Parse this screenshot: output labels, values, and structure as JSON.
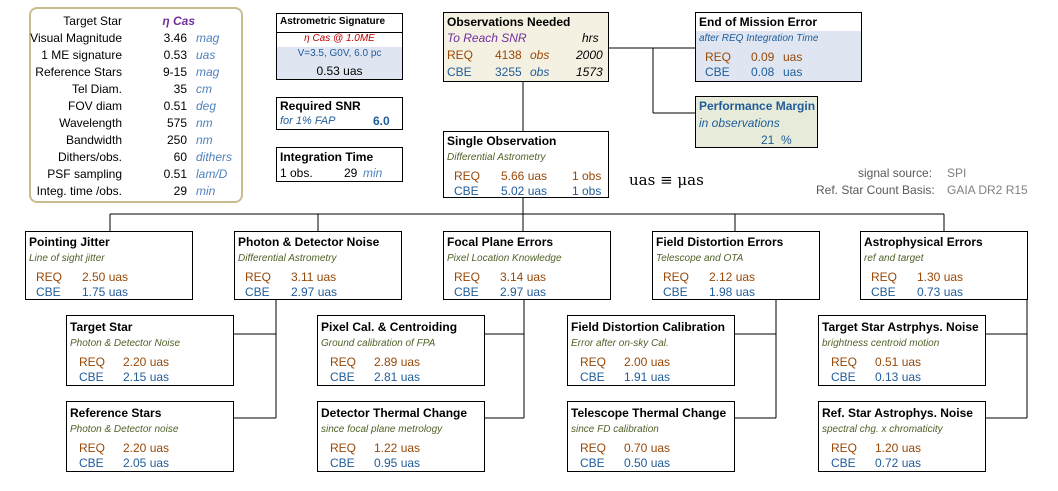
{
  "params": {
    "rows": [
      {
        "label": "Target Star",
        "value": "η Cas",
        "unit": ""
      },
      {
        "label": "Visual Magnitude",
        "value": "3.46",
        "unit": "mag"
      },
      {
        "label": "1 ME signature",
        "value": "0.53",
        "unit": "uas"
      },
      {
        "label": "Reference Stars",
        "value": "9-15",
        "unit": "mag"
      },
      {
        "label": "Tel Diam.",
        "value": "35",
        "unit": "cm"
      },
      {
        "label": "FOV diam",
        "value": "0.51",
        "unit": "deg"
      },
      {
        "label": "Wavelength",
        "value": "575",
        "unit": "nm"
      },
      {
        "label": "Bandwidth",
        "value": "250",
        "unit": "nm"
      },
      {
        "label": "Dithers/obs.",
        "value": "60",
        "unit": "dithers"
      },
      {
        "label": "PSF sampling",
        "value": "0.51",
        "unit": "lam/D"
      },
      {
        "label": "Integ. time /obs.",
        "value": "29",
        "unit": "min"
      }
    ]
  },
  "astrometric": {
    "title": "Astrometric Signature",
    "star": "η Cas @ 1.0ME",
    "spec": "V=3.5, G0V, 6.0 pc",
    "value": "0.53 uas"
  },
  "snr": {
    "title": "Required SNR",
    "sub": "for 1% FAP",
    "value": "6.0"
  },
  "integration": {
    "title": "Integration Time",
    "obs": "1 obs.",
    "value": "29",
    "unit": "min"
  },
  "observations": {
    "title": "Observations Needed",
    "sub": "To Reach SNR",
    "hrs": "hrs",
    "req": {
      "label": "REQ",
      "value": "4138",
      "unit": "obs",
      "hrs": "2000"
    },
    "cbe": {
      "label": "CBE",
      "value": "3255",
      "unit": "obs",
      "hrs": "1573"
    }
  },
  "eom": {
    "title": "End of Mission Error",
    "sub": "after REQ Integration Time",
    "req": {
      "label": "REQ",
      "value": "0.09",
      "unit": "uas"
    },
    "cbe": {
      "label": "CBE",
      "value": "0.08",
      "unit": "uas"
    }
  },
  "margin": {
    "title": "Performance Margin",
    "sub": "in observations",
    "value": "21",
    "unit": "%"
  },
  "single": {
    "title": "Single Observation",
    "sub": "Differential Astrometry",
    "req": {
      "label": "REQ",
      "value": "5.66 uas",
      "obs": "1 obs"
    },
    "cbe": {
      "label": "CBE",
      "value": "5.02 uas",
      "obs": "1 obs"
    }
  },
  "equiv": "uas ≡ μas",
  "meta": {
    "signal_label": "signal source:",
    "signal_value": "SPI",
    "basis_label": "Ref. Star Count Basis:",
    "basis_value": "GAIA DR2 R15"
  },
  "nodes": {
    "pointing": {
      "title": "Pointing Jitter",
      "sub": "Line of sight jitter",
      "req": "2.50 uas",
      "cbe": "1.75 uas"
    },
    "photon": {
      "title": "Photon & Detector Noise",
      "sub": "Differential Astrometry",
      "req": "3.11 uas",
      "cbe": "2.97 uas"
    },
    "focal": {
      "title": "Focal Plane Errors",
      "sub": "Pixel Location Knowledge",
      "req": "3.14 uas",
      "cbe": "2.97 uas"
    },
    "distortion": {
      "title": "Field Distortion Errors",
      "sub": "Telescope and OTA",
      "req": "2.12 uas",
      "cbe": "1.98 uas"
    },
    "astro": {
      "title": "Astrophysical Errors",
      "sub": "ref and target",
      "req": "1.30 uas",
      "cbe": "0.73 uas"
    },
    "target_star": {
      "title": "Target Star",
      "sub": "Photon & Detector Noise",
      "req": "2.20 uas",
      "cbe": "2.15 uas"
    },
    "reference_stars": {
      "title": "Reference Stars",
      "sub": "Photon & Detector noise",
      "req": "2.20 uas",
      "cbe": "2.05 uas"
    },
    "pixel_cal": {
      "title": "Pixel Cal. & Centroiding",
      "sub": "Ground calibration of FPA",
      "req": "2.89 uas",
      "cbe": "2.81 uas"
    },
    "thermal_det": {
      "title": "Detector Thermal Change",
      "sub": "since focal plane metrology",
      "req": "1.22 uas",
      "cbe": "0.95 uas"
    },
    "fd_cal": {
      "title": "Field Distortion Calibration",
      "sub": "Error after on-sky Cal.",
      "req": "2.00 uas",
      "cbe": "1.91 uas"
    },
    "tel_thermal": {
      "title": "Telescope Thermal Change",
      "sub": "since FD calibration",
      "req": "0.70 uas",
      "cbe": "0.50 uas"
    },
    "target_astro": {
      "title": "Target Star Astrphys. Noise",
      "sub": "brightness centroid motion",
      "req": "0.51 uas",
      "cbe": "0.13 uas"
    },
    "ref_astro": {
      "title": "Ref. Star Astrophys. Noise",
      "sub": "spectral chg. x chromaticity",
      "req": "1.20 uas",
      "cbe": "0.72 uas"
    }
  },
  "labels": {
    "req": "REQ",
    "cbe": "CBE"
  }
}
